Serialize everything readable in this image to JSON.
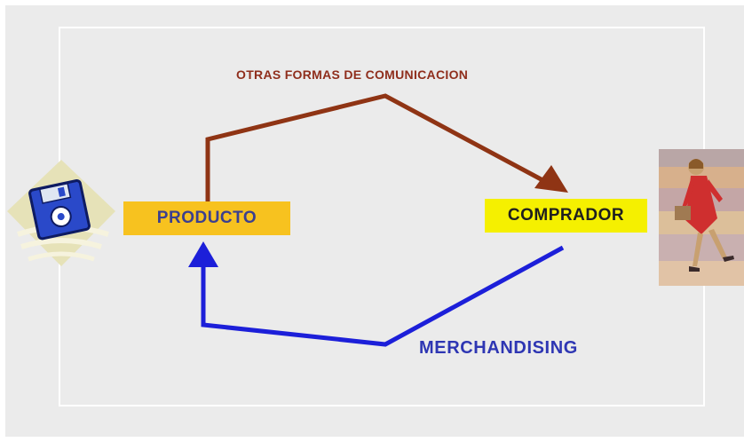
{
  "diagram": {
    "top_label": "OTRAS FORMAS DE COMUNICACION",
    "bottom_label": "MERCHANDISING",
    "nodes": {
      "producto": "PRODUCTO",
      "comprador": "COMPRADOR"
    },
    "icons": {
      "left": "floppy-disk-icon",
      "right": "shopper-woman-image"
    },
    "colors": {
      "top_arrow": "#8f3414",
      "bottom_arrow": "#1c1fd9",
      "producto_fill": "#f7c21f",
      "comprador_fill": "#f5f000"
    }
  }
}
